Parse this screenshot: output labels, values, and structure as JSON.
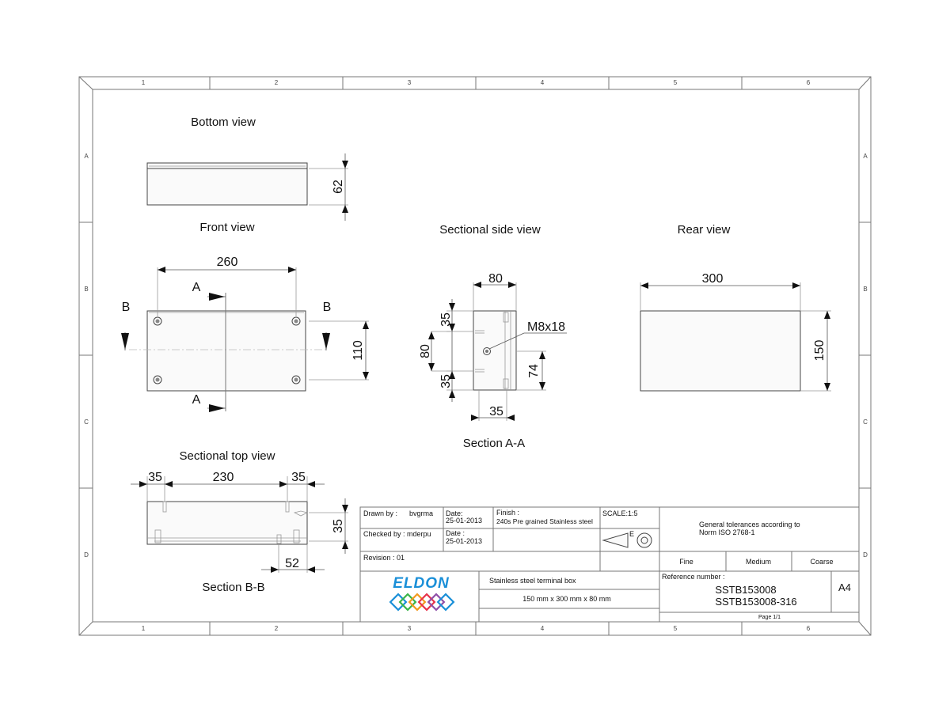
{
  "views": {
    "bottom": "Bottom view",
    "front": "Front view",
    "side": "Sectional side view",
    "rear": "Rear view",
    "top": "Sectional top view",
    "section_aa": "Section A-A",
    "section_bb": "Section B-B"
  },
  "border": {
    "cols": [
      "1",
      "2",
      "3",
      "4",
      "5",
      "6"
    ],
    "rows": [
      "A",
      "B",
      "C",
      "D"
    ]
  },
  "dims": {
    "bottom_h": "62",
    "front_w": "260",
    "front_h": "110",
    "side_w": "80",
    "side_35_top": "35",
    "side_80": "80",
    "side_35_bot": "35",
    "side_74": "74",
    "side_35_base": "35",
    "m8": "M8x18",
    "rear_w": "300",
    "rear_h": "150",
    "top_35_left": "35",
    "top_230": "230",
    "top_35_right": "35",
    "top_35_side": "35",
    "top_52": "52"
  },
  "cuts": {
    "a_top": "A",
    "a_bottom": "A",
    "b_left": "B",
    "b_right": "B"
  },
  "title_block": {
    "drawn_by_label": "Drawn by :",
    "drawn_by": "bvgrma",
    "date_label_1": "Date:",
    "date_1": "25-01-2013",
    "finish_label": "Finish :",
    "finish": "240s Pre grained Stainless steel",
    "scale": "SCALE:1:5",
    "checked_by": "Checked by : mderpu",
    "date_label_2": "Date :",
    "date_2": "25-01-2013",
    "projection_letter": "E",
    "tolerance_1": "General tolerances according to",
    "tolerance_2": "Norm ISO 2768-1",
    "revision": "Revision : 01",
    "fine": "Fine",
    "medium": "Medium",
    "coarse": "Coarse",
    "logo_text": "ELDON",
    "description": "Stainless steel terminal box",
    "size": "150 mm x 300 mm x 80 mm",
    "reference_label": "Reference number :",
    "ref_1": "SSTB153008",
    "ref_2": "SSTB153008-316",
    "paper": "A4",
    "page": "Page 1/1"
  },
  "colors": {
    "logo_blue": "#1a8fd8",
    "logo_green": "#3bb54a",
    "logo_orange": "#f39a1e",
    "logo_red": "#e8334a",
    "logo_purple": "#8f4fa8",
    "logo_yellow": "#f5d12a"
  }
}
